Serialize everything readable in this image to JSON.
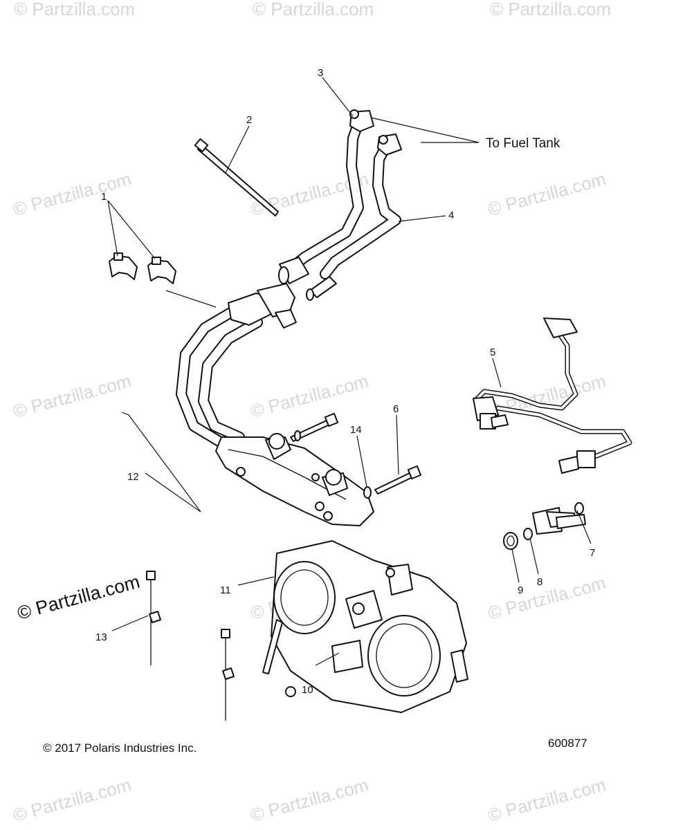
{
  "watermarks": {
    "text": "© Partzilla.com",
    "dark_text": "© Partzilla.com"
  },
  "callouts": {
    "c1": "1",
    "c2": "2",
    "c3": "3",
    "c4": "4",
    "c5": "5",
    "c6": "6",
    "c7": "7",
    "c8": "8",
    "c9": "9",
    "c10": "10",
    "c11": "11",
    "c12": "12",
    "c13": "13",
    "c14": "14"
  },
  "annotation": {
    "to_fuel_tank": "To Fuel Tank"
  },
  "footer": {
    "copyright": "© 2017 Polaris Industries Inc.",
    "figure_number": "600877"
  }
}
